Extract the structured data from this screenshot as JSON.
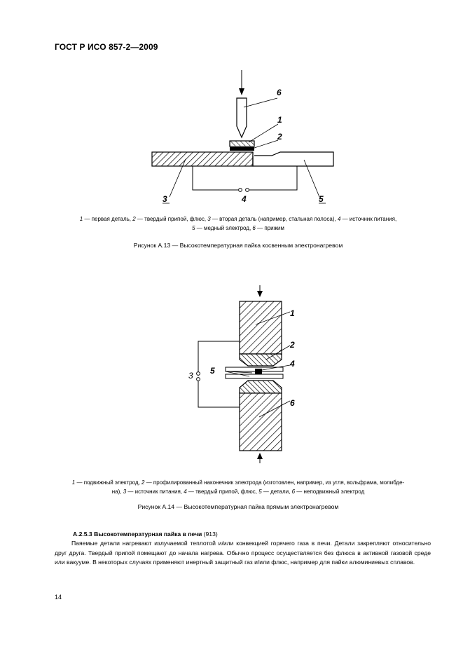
{
  "header": {
    "title": "ГОСТ Р ИСО 857-2—2009"
  },
  "figure13": {
    "labels": [
      "1",
      "2",
      "3",
      "4",
      "5",
      "6"
    ],
    "legend_line1_parts": [
      "1",
      " — первая деталь, ",
      "2",
      " — твердый припой, флюс, ",
      "3",
      " — вторая деталь (например, стальная полоса), ",
      "4",
      " — источник питания,"
    ],
    "legend_line2_parts": [
      "5",
      " — медный электрод, ",
      "6",
      " — прижим"
    ],
    "caption": "Рисунок  А.13 — Высокотемпературная пайка косвенным электронагревом"
  },
  "figure14": {
    "labels": [
      "1",
      "2",
      "3",
      "4",
      "5",
      "6"
    ],
    "legend_line1_parts": [
      "1",
      " — подвижный электрод, ",
      "2",
      " — профилированный наконечник электрода (изготовлен, например, из угля, вольфрама, молибде-"
    ],
    "legend_line2_parts": [
      "на), ",
      "3",
      " — источник питания, ",
      "4",
      " — твердый припой, флюс, ",
      "5",
      " — детали, ",
      "6",
      " — неподвижный электрод"
    ],
    "caption": "Рисунок  А.14 — Высокотемпературная пайка прямым электронагревом"
  },
  "section": {
    "number": "А.2.5.3",
    "title": "Высокотемпературная пайка в печи",
    "ref": " (913)",
    "paragraph": [
      "Паяемые детали нагревают излучаемой теплотой и/или конвекцией горячего газа в печи. Детали закрепляют относительно друг друга. Твердый припой помещают до начала нагрева. Обычно процесс осуществляется без флюса в активной газовой среде или вакууме. В некоторых случаях применяют инертный защитный газ и/или флюс, например для пайки алюминиевых сплавов."
    ]
  },
  "page_number": "14"
}
